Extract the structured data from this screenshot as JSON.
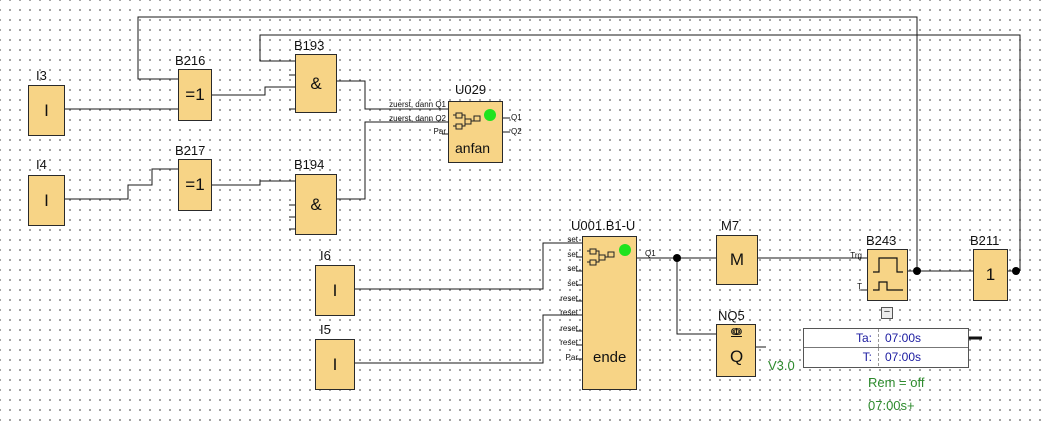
{
  "blocks": {
    "i3": {
      "name": "I3",
      "symbol": "I"
    },
    "i4": {
      "name": "I4",
      "symbol": "I"
    },
    "i6": {
      "name": "I6",
      "symbol": "I"
    },
    "i5": {
      "name": "I5",
      "symbol": "I"
    },
    "b216": {
      "name": "B216",
      "symbol": "=1"
    },
    "b217": {
      "name": "B217",
      "symbol": "=1"
    },
    "b193": {
      "name": "B193",
      "symbol": "&"
    },
    "b194": {
      "name": "B194",
      "symbol": "&"
    },
    "u029": {
      "name": "U029",
      "caption": "anfan",
      "inputs": [
        "zuerst, dann Q1",
        "zuerst, dann Q2",
        "Par"
      ],
      "outputs": [
        "Q1",
        "Q2"
      ]
    },
    "u001": {
      "name": "U001.B1-U",
      "caption": "ende",
      "inputs": [
        "set",
        "set",
        "set",
        "set",
        "reset",
        "reset",
        "reset",
        "reset",
        "Par"
      ],
      "outputs": [
        "Q1"
      ]
    },
    "m7": {
      "name": "M7",
      "symbol": "M"
    },
    "nq5": {
      "name": "NQ5",
      "symbol": "Q"
    },
    "b243": {
      "name": "B243",
      "inputs": [
        "Trg",
        "T"
      ]
    },
    "b211": {
      "name": "B211",
      "symbol": "1"
    }
  },
  "params": {
    "rows": [
      {
        "key": "Ta:",
        "value": "07:00s"
      },
      {
        "key": "T:",
        "value": "07:00s"
      }
    ],
    "rem": "Rem = off",
    "total": "07:00s+"
  },
  "version": "V3.0",
  "colors": {
    "block": "#f7d486",
    "status_led": "#1fe31f",
    "param_text": "#1a1aa0",
    "annotation": "#2e8b2e"
  }
}
